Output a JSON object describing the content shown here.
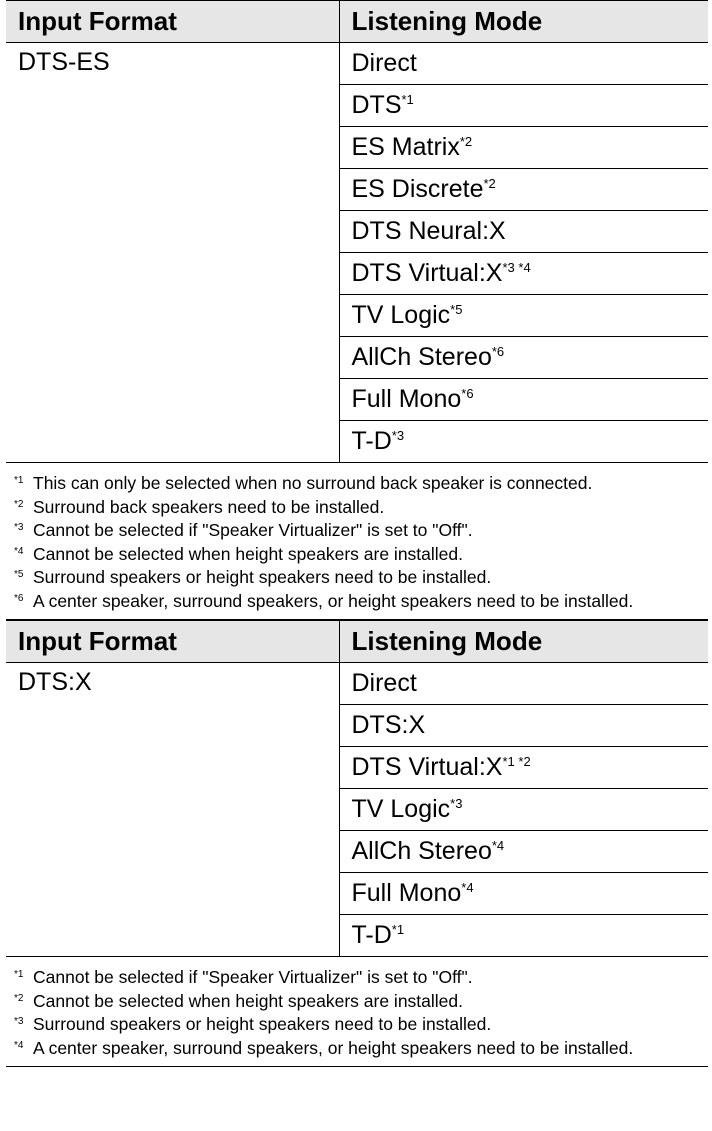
{
  "tables": [
    {
      "headers": [
        "Input Format",
        "Listening Mode"
      ],
      "input_format": "DTS-ES",
      "modes": [
        {
          "label": "Direct",
          "sup": ""
        },
        {
          "label": "DTS",
          "sup": "*1"
        },
        {
          "label": "ES Matrix",
          "sup": "*2"
        },
        {
          "label": "ES Discrete",
          "sup": "*2"
        },
        {
          "label": "DTS Neural:X",
          "sup": ""
        },
        {
          "label": "DTS Virtual:X",
          "sup": "*3 *4"
        },
        {
          "label": "TV Logic",
          "sup": "*5"
        },
        {
          "label": "AllCh Stereo",
          "sup": "*6"
        },
        {
          "label": "Full Mono",
          "sup": "*6"
        },
        {
          "label": "T-D",
          "sup": "*3"
        }
      ],
      "notes": [
        {
          "mark": "*1",
          "text": "This can only be selected when no surround back speaker is connected."
        },
        {
          "mark": "*2",
          "text": "Surround back speakers need to be installed."
        },
        {
          "mark": "*3",
          "text": "Cannot be selected if \"Speaker Virtualizer\" is set to \"Off\"."
        },
        {
          "mark": "*4",
          "text": "Cannot be selected when height speakers are installed."
        },
        {
          "mark": "*5",
          "text": "Surround speakers or height speakers need to be installed."
        },
        {
          "mark": "*6",
          "text": "A center speaker, surround speakers, or height speakers need to be installed."
        }
      ]
    },
    {
      "headers": [
        "Input Format",
        "Listening Mode"
      ],
      "input_format": "DTS:X",
      "modes": [
        {
          "label": "Direct",
          "sup": ""
        },
        {
          "label": "DTS:X",
          "sup": ""
        },
        {
          "label": "DTS Virtual:X",
          "sup": "*1 *2"
        },
        {
          "label": "TV Logic",
          "sup": "*3"
        },
        {
          "label": "AllCh Stereo",
          "sup": "*4"
        },
        {
          "label": "Full Mono",
          "sup": "*4"
        },
        {
          "label": "T-D",
          "sup": "*1"
        }
      ],
      "notes": [
        {
          "mark": "*1",
          "text": "Cannot be selected if \"Speaker Virtualizer\" is set to \"Off\"."
        },
        {
          "mark": "*2",
          "text": "Cannot be selected when height speakers are installed."
        },
        {
          "mark": "*3",
          "text": "Surround speakers or height speakers need to be installed."
        },
        {
          "mark": "*4",
          "text": "A center speaker, surround speakers, or height speakers need to be installed."
        }
      ]
    }
  ]
}
